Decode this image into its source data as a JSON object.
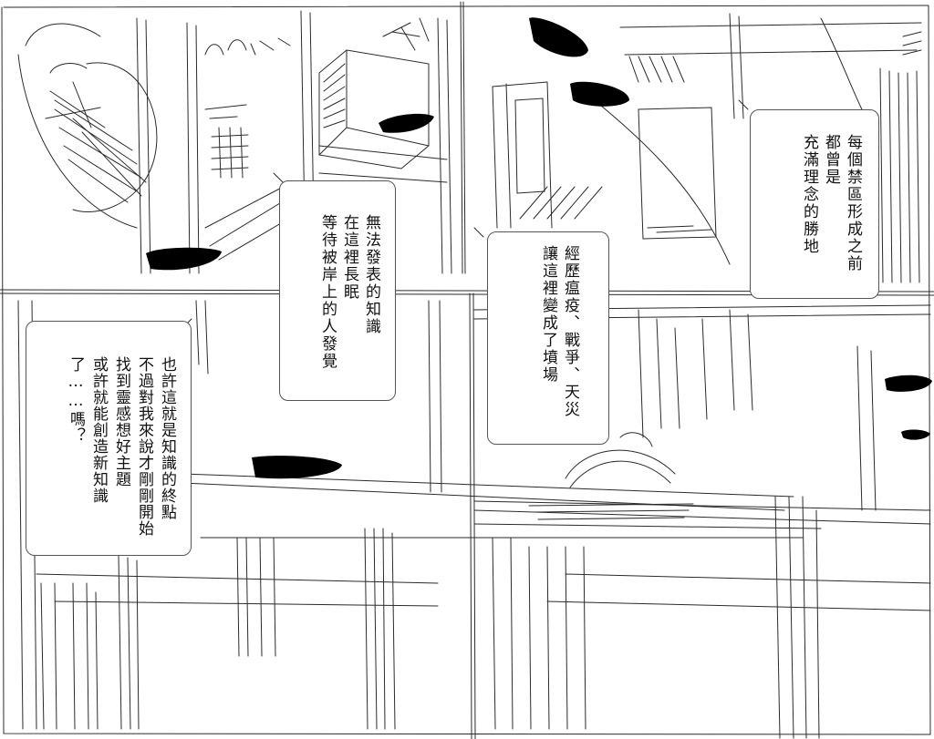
{
  "page": {
    "bubbles": [
      {
        "id": "forbidden-zone",
        "lines": [
          "每個禁區形成之前",
          "都曾是",
          "充滿理念的勝地"
        ]
      },
      {
        "id": "knowledge-sleep",
        "lines": [
          "無法發表的知識",
          "在這裡長眠",
          "等待被岸上的人發覺"
        ]
      },
      {
        "id": "graveyard",
        "lines": [
          "經歷瘟疫、戰爭、天災",
          "讓這裡變成了墳場"
        ]
      },
      {
        "id": "inspiration",
        "lines": [
          "也許這就是知識的終點",
          "不過對我來說才剛剛開始",
          "找到靈感想好主題",
          "或許就能創造新知識",
          "了……嗎？"
        ]
      }
    ],
    "colors": {
      "ink": "#111111",
      "paper": "#ffffff",
      "sketch": "#2a2a2a"
    }
  }
}
